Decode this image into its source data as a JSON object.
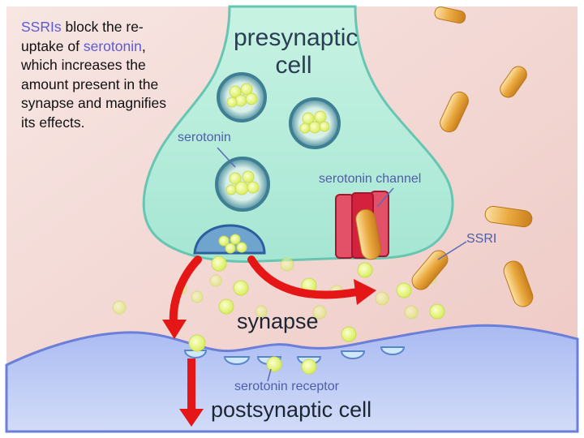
{
  "caption": {
    "line1_a": "SSRIs",
    "line1_b": " block the re-",
    "line2_a": "uptake of ",
    "line2_b": "serotonin",
    "line2_c": ",",
    "line3": "which increases the",
    "line4": "amount present in the",
    "line5": "synapse and magnifies",
    "line6": "its effects."
  },
  "labels": {
    "presynaptic_line1": "presynaptic",
    "presynaptic_line2": "cell",
    "serotonin": "serotonin",
    "serotonin_channel": "serotonin channel",
    "ssri": "SSRI",
    "synapse": "synapse",
    "serotonin_receptor": "serotonin receptor",
    "postsynaptic": "postsynaptic cell"
  },
  "colors": {
    "background_pink": "#f3d3cf",
    "presynaptic_fill": "#b7ecd9",
    "vesicle_fill": "#5c9cac",
    "serotonin_dot": "#eef88e",
    "channel_red": "#d3213e",
    "ssri_pill": "#e7a43a",
    "postsynaptic_fill": "#b7c6f4",
    "arrow_red": "#e41616",
    "label_blue": "#5a5ad6"
  },
  "icons": [
    "vesicle",
    "serotonin-molecule",
    "ssri-pill",
    "reuptake-arrow",
    "signal-arrow",
    "receptor"
  ]
}
